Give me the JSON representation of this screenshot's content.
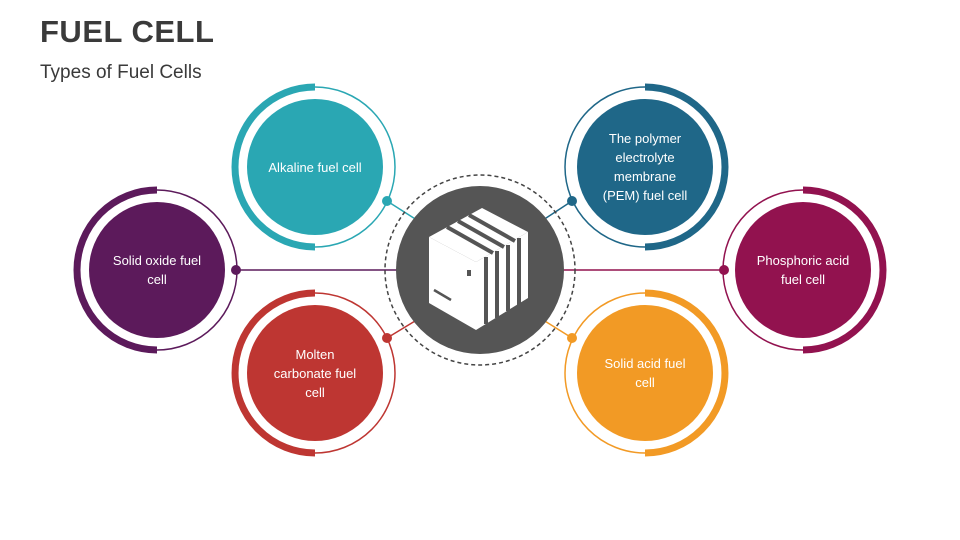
{
  "header": {
    "title": "FUEL CELL",
    "subtitle": "Types of Fuel Cells"
  },
  "center": {
    "icon": "fuel-cell-stack-icon",
    "fill": "#555555"
  },
  "nodes": [
    {
      "label": "Alkaline fuel cell",
      "color": "#2AA7B3"
    },
    {
      "label": "The polymer electrolyte membrane (PEM) fuel cell",
      "color": "#1F6788"
    },
    {
      "label": "Solid oxide fuel cell",
      "color": "#5C1A5B"
    },
    {
      "label": "Phosphoric acid fuel cell",
      "color": "#92124F"
    },
    {
      "label": "Molten carbonate fuel cell",
      "color": "#BE3632"
    },
    {
      "label": "Solid acid fuel cell",
      "color": "#F29A25"
    }
  ]
}
